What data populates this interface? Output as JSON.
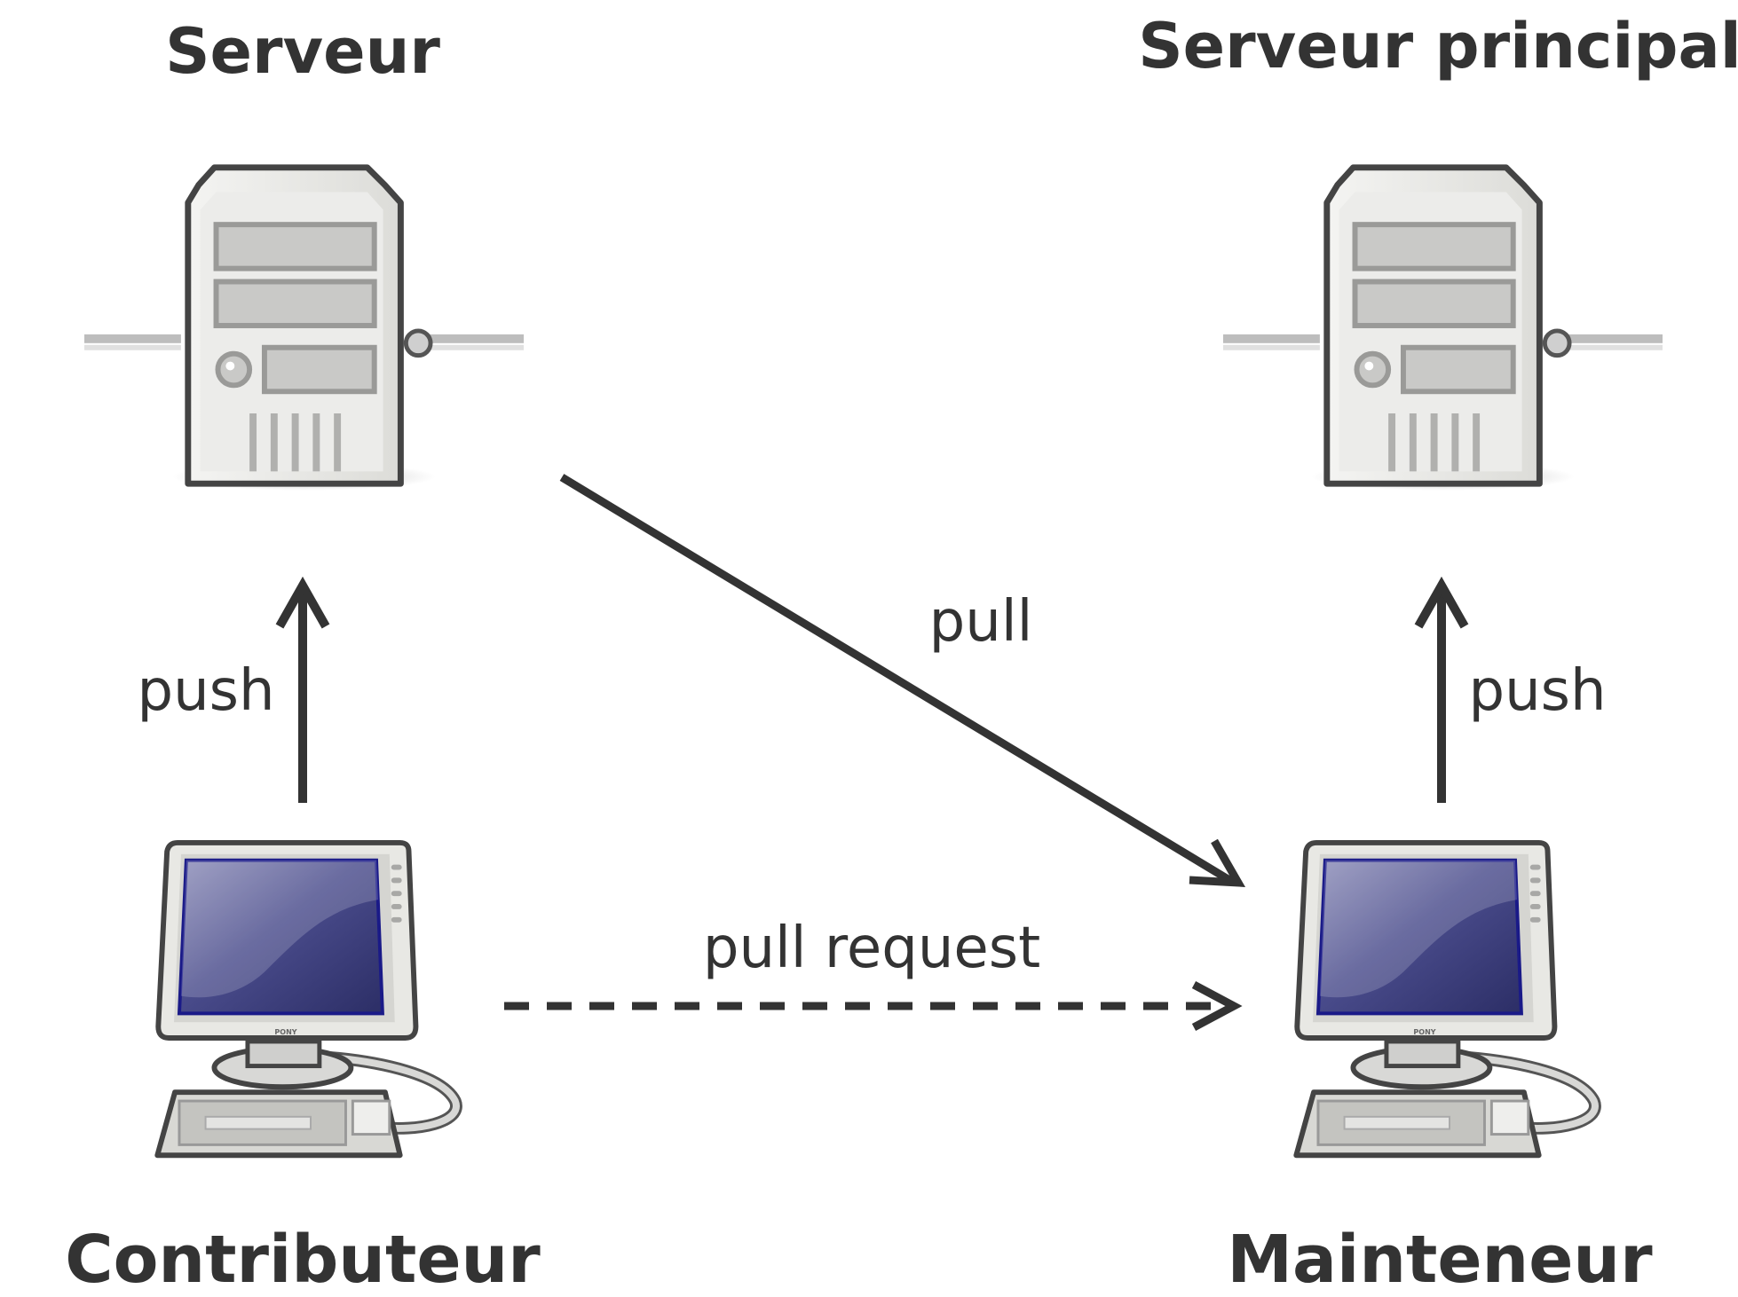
{
  "nodes": {
    "server": {
      "title": "Serveur"
    },
    "main_server": {
      "title": "Serveur principal"
    },
    "contributor": {
      "title": "Contributeur"
    },
    "maintainer": {
      "title": "Mainteneur"
    }
  },
  "edges": {
    "push_left": {
      "label": "push"
    },
    "pull": {
      "label": "pull"
    },
    "push_right": {
      "label": "push"
    },
    "pull_request": {
      "label": "pull request"
    }
  },
  "computer_brand": "PONY",
  "colors": {
    "ink": "#333333",
    "screen": "#3d3f7a",
    "casing": "#e8e8e4"
  },
  "icons": {
    "server": "server-tower-icon",
    "computer": "desktop-computer-icon"
  }
}
